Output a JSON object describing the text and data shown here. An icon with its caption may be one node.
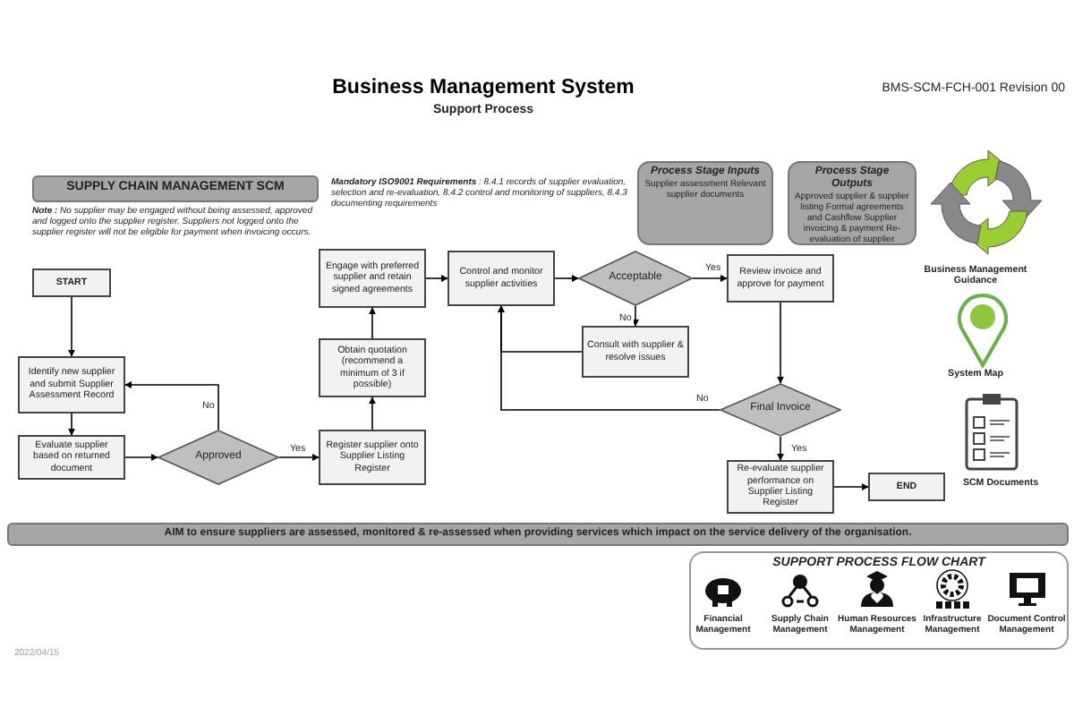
{
  "diagram": {
    "title": "Business Management System",
    "nodes": [
      {
        "text": [
          "SUPPLY CHAIN MANAGEMENT SCM"
        ]
      },
      {
        "text": [
          "Process Stage Inputs",
          "Supplier assessment Relevant supplier documents"
        ]
      },
      {
        "text": [
          "Process Stage Outputs",
          "Approved supplier & supplier listing Formal agreements and Cashflow Supplier invoicing & payment Re-evaluation of supplier"
        ]
      },
      {
        "text": [
          "START"
        ]
      },
      {
        "text": [
          "Identify new supplier and submit Supplier Assessment Record"
        ]
      },
      {
        "text": [
          "Evaluate supplier based on returned document"
        ]
      },
      {
        "text": [
          "Approved"
        ]
      },
      {
        "text": [
          "Register supplier onto Supplier Listing Register"
        ]
      },
      {
        "text": [
          "Obtain quotation (recommend a minimum of 3 if possible)"
        ]
      },
      {
        "text": [
          "Engage with preferred supplier and retain signed agreements"
        ]
      },
      {
        "text": [
          "Control and monitor supplier activities"
        ]
      },
      {
        "text": [
          "Acceptable"
        ]
      },
      {
        "text": [
          "Review invoice and approve for payment"
        ]
      },
      {
        "text": [
          "Consult with supplier & resolve issues"
        ]
      },
      {
        "text": [
          "Final Invoice"
        ]
      },
      {
        "text": [
          "Re-evaluate supplier performance on Supplier Listing Register"
        ]
      },
      {
        "text": [
          "END"
        ]
      },
      {
        "text": [
          "AIM to ensure suppliers are assessed, monitored & re-assessed when providing services which impact on the service delivery of the organisation."
        ]
      },
      {
        "text": [
          "SUPPORT PROCESS FLOW CHART"
        ]
      }
    ],
    "edges": [
      {
        "from": 3,
        "to": 4,
        "arrow": "to"
      },
      {
        "from": 4,
        "to": 5,
        "arrow": "to"
      },
      {
        "from": 5,
        "to": 6,
        "arrow": "to"
      },
      {
        "from": 6,
        "to": 4,
        "arrow": "to",
        "label": "No"
      },
      {
        "from": 6,
        "to": 7,
        "arrow": "to",
        "label": "Yes"
      },
      {
        "from": 7,
        "to": 8,
        "arrow": "to"
      },
      {
        "from": 8,
        "to": 9,
        "arrow": "to"
      },
      {
        "from": 9,
        "to": 10,
        "arrow": "to"
      },
      {
        "from": 10,
        "to": 11,
        "arrow": "to"
      },
      {
        "from": 11,
        "to": 12,
        "arrow": "to",
        "label": "Yes"
      },
      {
        "from": 11,
        "to": 13,
        "arrow": "to",
        "label": "No"
      },
      {
        "from": 13,
        "to": 10,
        "arrow": "to"
      },
      {
        "from": 12,
        "to": 14,
        "arrow": "to"
      },
      {
        "from": 14,
        "to": 10,
        "arrow": "to",
        "label": "No"
      },
      {
        "from": 14,
        "to": 15,
        "arrow": "to",
        "label": "Yes"
      },
      {
        "from": 15,
        "to": 16,
        "arrow": "to"
      }
    ],
    "labels": [
      "Support Process",
      "BMS-SCM-FCH-001 Revision 00",
      "**Note :** No supplier may be engaged without being assessed, approved and logged onto the supplier register. Suppliers not logged onto the supplier register will not be eligible for payment when invoicing occurs.",
      "**Mandatory ISO9001 Requirements** : 8.4.1 records of supplier evaluation, selection and re-evaluation, 8.4.2 control and monitoring of suppliers, 8.4.3 documenting requirements",
      "Business Management Guidance",
      "System Map",
      "SCM Documents",
      "Financial Management",
      "Supply Chain Management",
      "Human Resources Management",
      "Infrastructure Management",
      "Document Control Management",
      "2022/04/15"
    ]
  }
}
